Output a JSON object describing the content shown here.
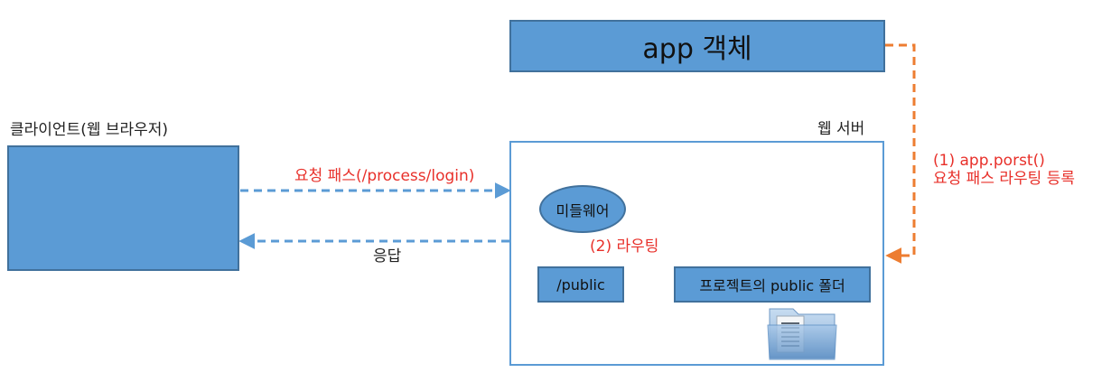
{
  "app_object": {
    "label": "app 객체"
  },
  "client": {
    "title": "클라이언트(웹 브라우저)"
  },
  "web_server": {
    "title": "웹 서버"
  },
  "middleware": {
    "label": "미들웨어"
  },
  "public_route": {
    "label": "/public"
  },
  "project_public_folder": {
    "label": "프로젝트의 public 폴더"
  },
  "request": {
    "label": "요청 패스(/process/login)"
  },
  "response": {
    "label": "응답"
  },
  "routing_step": {
    "label": "(2) 라우팅"
  },
  "register_step": {
    "line1": "(1)   app.porst()",
    "line2": "요청 패스 라우팅 등록"
  },
  "icons": {
    "folder": "document-folder-icon"
  },
  "colors": {
    "box_fill": "#5b9bd5",
    "box_border": "#41719c",
    "blue_arrow": "#5b9bd5",
    "orange_arrow": "#ed7d31",
    "red_text": "#e8302a"
  }
}
